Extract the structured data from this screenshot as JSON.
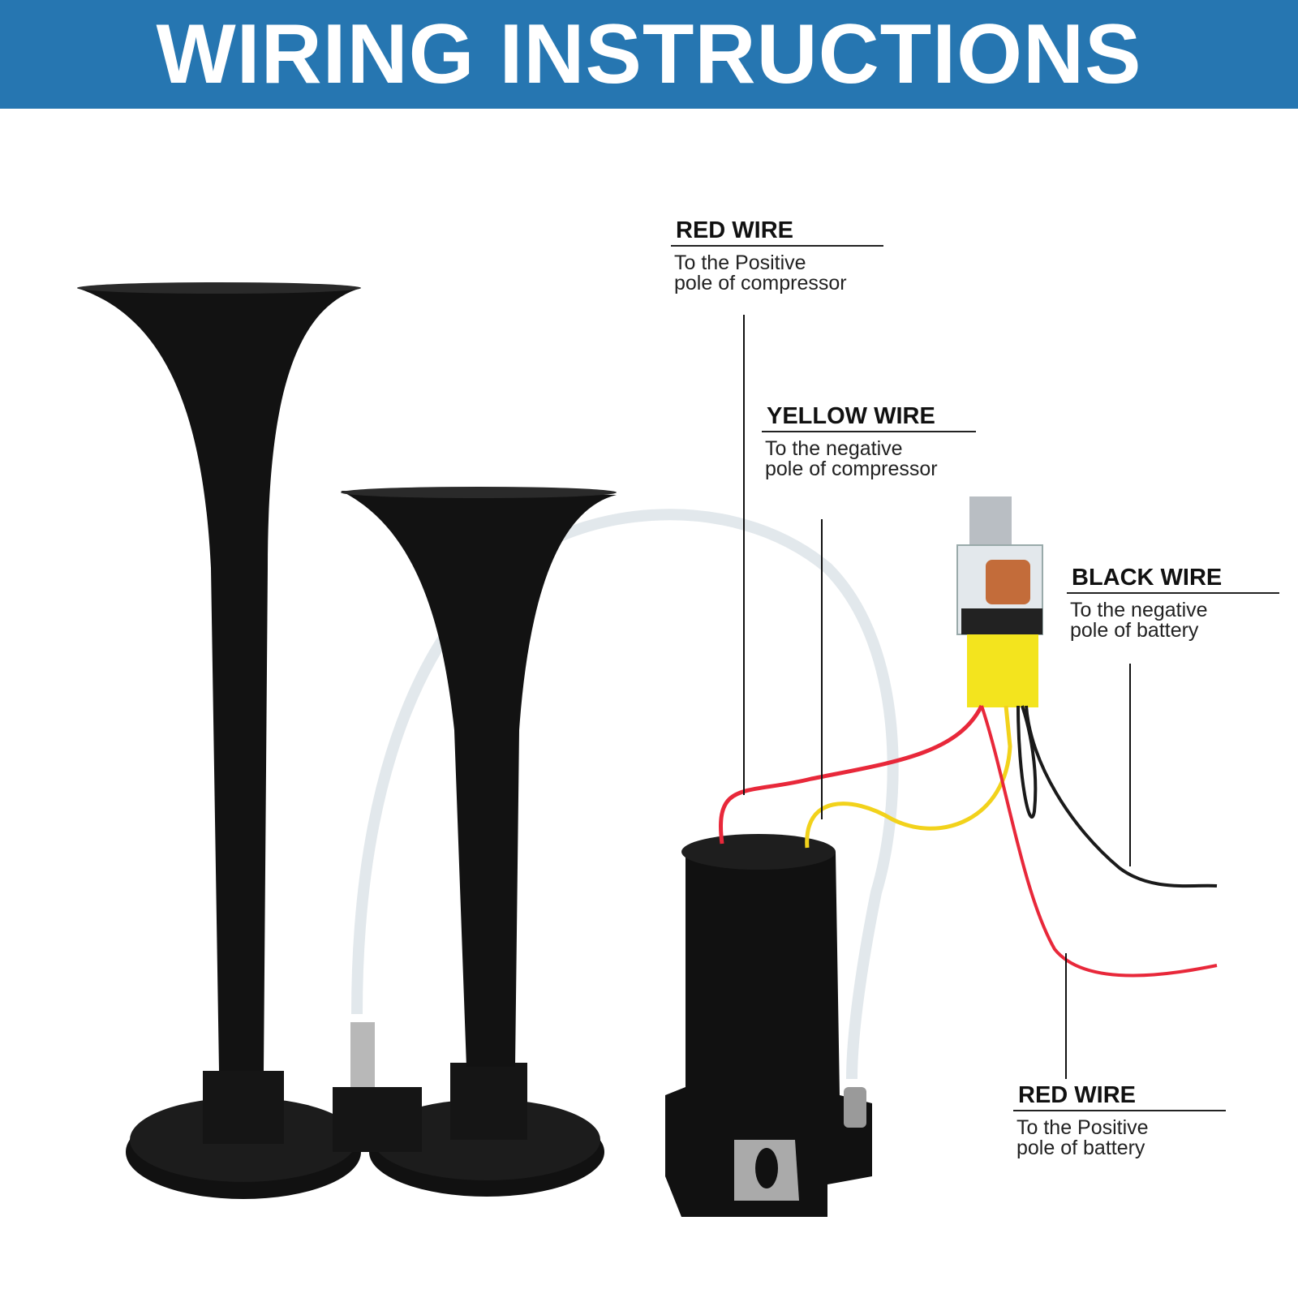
{
  "header": {
    "title": "WIRING INSTRUCTIONS"
  },
  "labels": [
    {
      "title": "RED WIRE",
      "line1": "To the Positive",
      "line2": "pole of compressor"
    },
    {
      "title": "YELLOW WIRE",
      "line1": "To the negative",
      "line2": "pole of compressor"
    },
    {
      "title": "BLACK WIRE",
      "line1": "To the negative",
      "line2": "pole of battery"
    },
    {
      "title": "RED WIRE",
      "line1": "To the Positive",
      "line2": "pole of battery"
    }
  ],
  "colors": {
    "header": "#2676b1",
    "red_wire": "#e8283a",
    "yellow_wire": "#f2d21b",
    "black_wire": "#1a1a1a"
  }
}
